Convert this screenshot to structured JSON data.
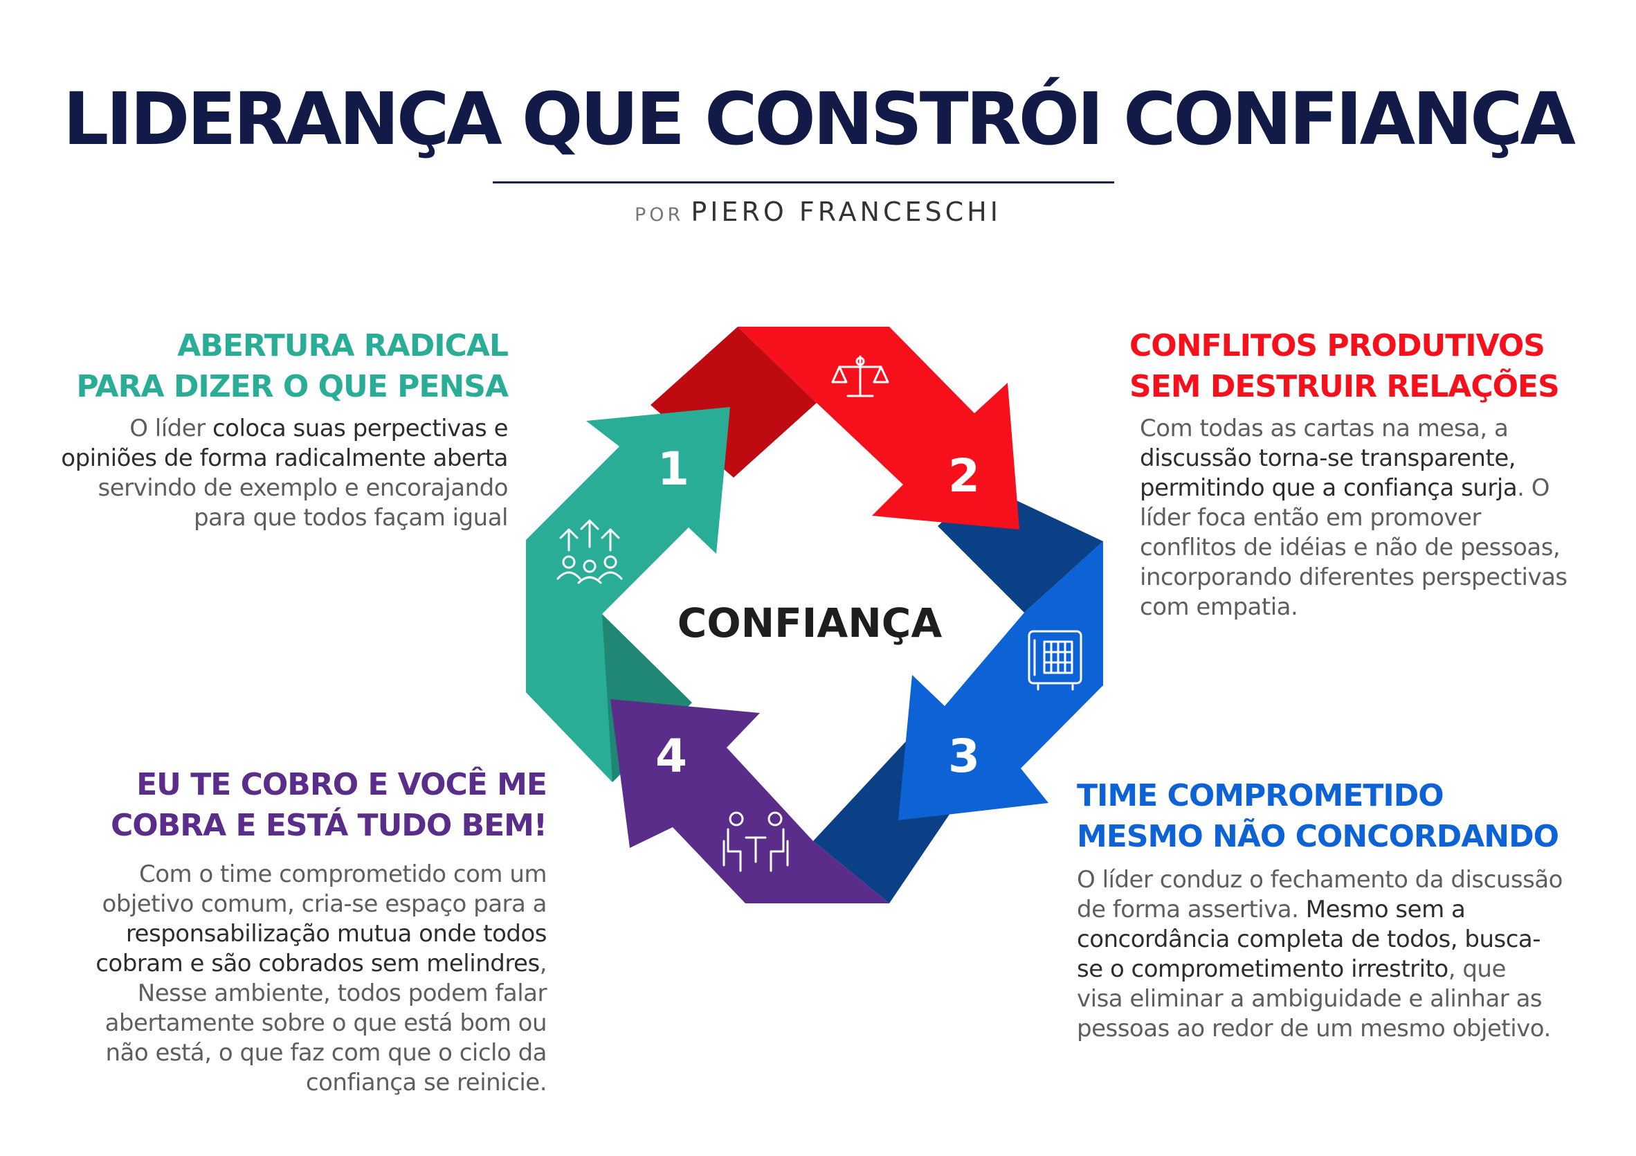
{
  "header": {
    "title": "LIDERANÇA QUE CONSTRÓI CONFIANÇA",
    "by_prefix": "POR",
    "author": "PIERO FRANCESCHI"
  },
  "diagram": {
    "center_label": "CONFIANÇA",
    "colors": {
      "teal": "#2aad97",
      "teal_dark": "#1f8774",
      "red": "#f5101c",
      "red_dark": "#c00a12",
      "blue": "#0d62d6",
      "blue_dark": "#0b3f86",
      "purple": "#5a2d8a"
    },
    "steps": [
      {
        "number": "1",
        "icon": "team-growth-icon"
      },
      {
        "number": "2",
        "icon": "scales-icon"
      },
      {
        "number": "3",
        "icon": "safe-icon"
      },
      {
        "number": "4",
        "icon": "meeting-icon"
      }
    ]
  },
  "sections": {
    "s1": {
      "heading": [
        "ABERTURA RADICAL",
        "PARA DIZER O QUE PENSA"
      ],
      "color": "#2aad97",
      "body": [
        [
          "O líder ",
          "coloca suas perpectivas e"
        ],
        [
          "opiniões de forma radicalmente aberta",
          ""
        ],
        [
          "servindo de exemplo e encorajando",
          ""
        ],
        [
          "para que todos façam igual",
          ""
        ]
      ]
    },
    "s2": {
      "heading": [
        "CONFLITOS PRODUTIVOS",
        "SEM DESTRUIR RELAÇÕES"
      ],
      "color": "#f5101c",
      "body": [
        [
          "Com todas as cartas na mesa, a",
          ""
        ],
        [
          "",
          "discussão torna-se transparente,"
        ],
        [
          "",
          "permitindo que a confiança surja",
          ". O"
        ],
        [
          "líder foca então em promover",
          ""
        ],
        [
          "conflitos de idéias e não de pessoas,",
          ""
        ],
        [
          "incorporando diferentes perspectivas",
          ""
        ],
        [
          "com empatia.",
          ""
        ]
      ]
    },
    "s3": {
      "heading": [
        "TIME COMPROMETIDO",
        "MESMO NÃO CONCORDANDO"
      ],
      "color": "#0d62d6",
      "body": [
        [
          "O líder conduz o fechamento da discussão",
          ""
        ],
        [
          "de forma assertiva. ",
          "Mesmo sem a"
        ],
        [
          "",
          "concordância completa de todos, busca-"
        ],
        [
          "",
          "se o comprometimento irrestrito",
          ", que"
        ],
        [
          "visa eliminar a ambiguidade e alinhar as",
          ""
        ],
        [
          "pessoas ao redor de um mesmo objetivo.",
          ""
        ]
      ]
    },
    "s4": {
      "heading": [
        "EU TE COBRO E VOCÊ ME",
        "COBRA E ESTÁ TUDO BEM!"
      ],
      "color": "#5a2d8a",
      "body": [
        [
          "Com o time comprometido com um",
          ""
        ],
        [
          "objetivo comum, cria-se espaço para a",
          ""
        ],
        [
          "",
          "responsabilização mutua onde todos"
        ],
        [
          "",
          "cobram e são cobrados sem melindres",
          ","
        ],
        [
          "Nesse ambiente, todos podem falar",
          ""
        ],
        [
          "abertamente sobre o que está bom ou",
          ""
        ],
        [
          "não está, o que faz com que o ciclo da",
          ""
        ],
        [
          "confiança se reinicie.",
          ""
        ]
      ]
    }
  }
}
